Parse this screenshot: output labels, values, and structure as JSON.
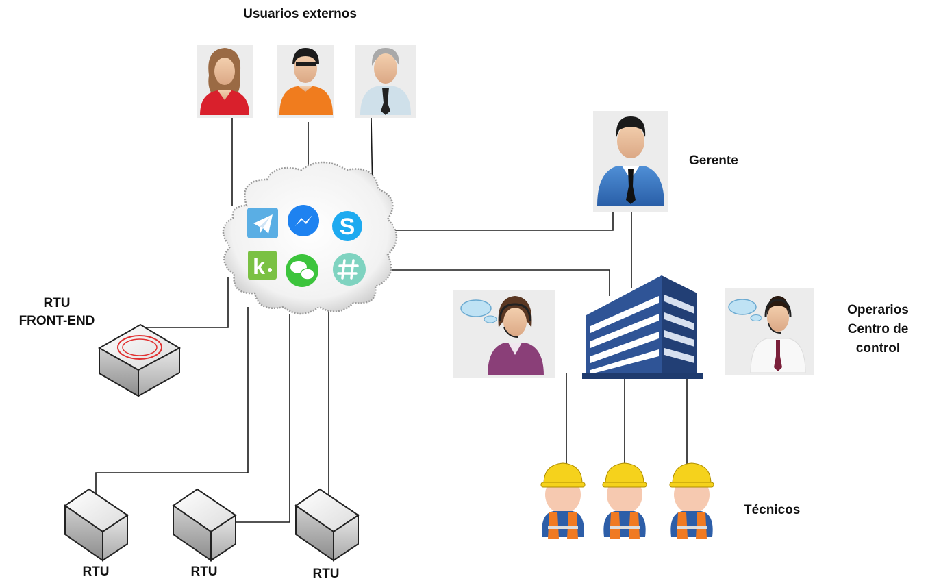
{
  "labels": {
    "external_users": "Usuarios externos",
    "manager": "Gerente",
    "operators_line1": "Operarios",
    "operators_line2": "Centro de",
    "operators_line3": "control",
    "rtu_front_end_line1": "RTU",
    "rtu_front_end_line2": "FRONT-END",
    "rtu_1": "RTU",
    "rtu_2": "RTU",
    "rtu_3": "RTU",
    "technicians": "Técnicos"
  },
  "cloud_apps": [
    {
      "icon": "telegram-icon",
      "color": "#5aaee4"
    },
    {
      "icon": "messenger-icon",
      "color": "#1e82f0"
    },
    {
      "icon": "skype-icon",
      "color": "#1eaaf0"
    },
    {
      "icon": "kik-icon",
      "color": "#7ac143"
    },
    {
      "icon": "wechat-icon",
      "color": "#3cc43c"
    },
    {
      "icon": "slack-hash-icon",
      "color": "#7fd3c0"
    }
  ],
  "colors": {
    "building": "#2f5496",
    "helmet": "#f5d21c",
    "vest": "#f07a22",
    "wire": "#1a1a1a"
  }
}
